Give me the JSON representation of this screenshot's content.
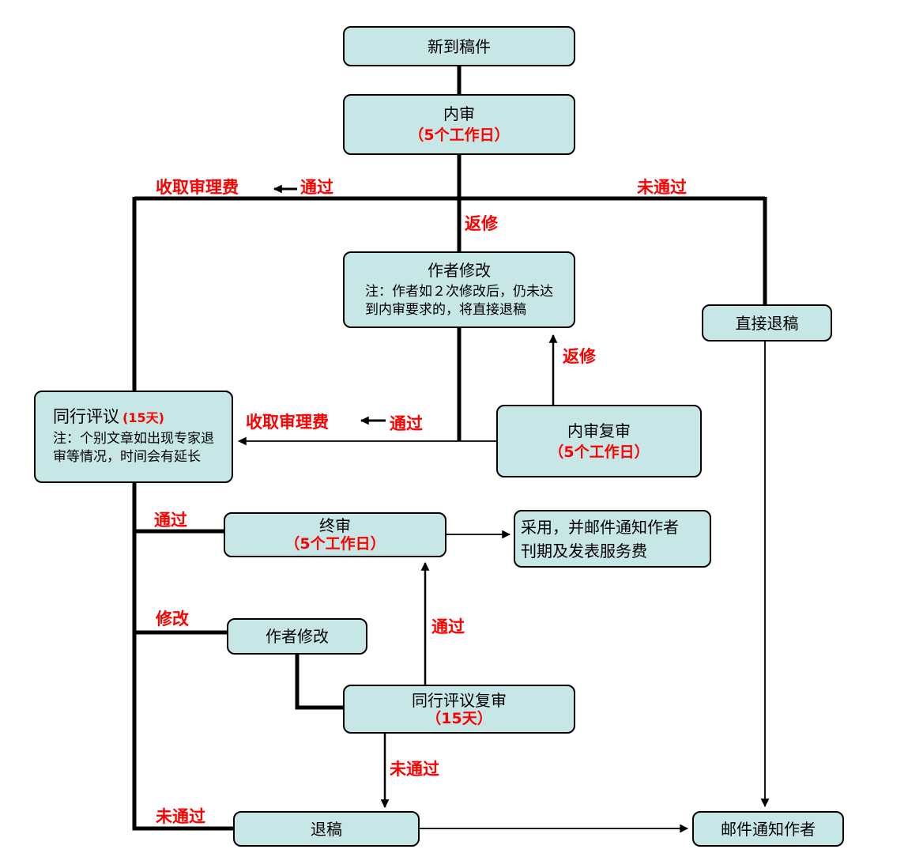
{
  "diagram": {
    "boxes": {
      "new_manuscript": {
        "title": "新到稿件"
      },
      "internal_review": {
        "title": "内审",
        "duration": "（5个工作日）"
      },
      "author_revision_1": {
        "title": "作者修改",
        "note": "注：作者如２次修改后，仍未达\n到内审要求的，将直接退稿"
      },
      "direct_rejection": {
        "title": "直接退稿"
      },
      "peer_review": {
        "title": "同行评议",
        "duration": "(15天)",
        "note": "注：个别文章如出现专家退\n审等情况，时间会有延长"
      },
      "internal_rereview": {
        "title": "内审复审",
        "duration": "（5个工作日）"
      },
      "final_review": {
        "title": "终审",
        "duration": "（5个工作日）"
      },
      "acceptance": {
        "line1": "采用，并邮件通知作者",
        "line2": "刊期及发表服务费"
      },
      "author_revision_2": {
        "title": "作者修改"
      },
      "peer_rereview": {
        "title": "同行评议复审",
        "duration": "（15天）"
      },
      "rejection": {
        "title": "退稿"
      },
      "email_notification": {
        "title": "邮件通知作者"
      }
    },
    "labels": {
      "fee_top": "收取审理费",
      "pass_top": "通过",
      "fail_top": "未通过",
      "revise_top": "返修",
      "revise_mid": "返修",
      "fee_mid": "收取审理费",
      "pass_mid": "通过",
      "pass_final": "通过",
      "modify": "修改",
      "pass_rereview": "通过",
      "fail_rereview": "未通过",
      "fail_bottom": "未通过"
    },
    "colors": {
      "box_fill": "#c7e6e6",
      "box_border": "#000000",
      "label_red": "#fe0000",
      "line_black": "#000000"
    }
  }
}
